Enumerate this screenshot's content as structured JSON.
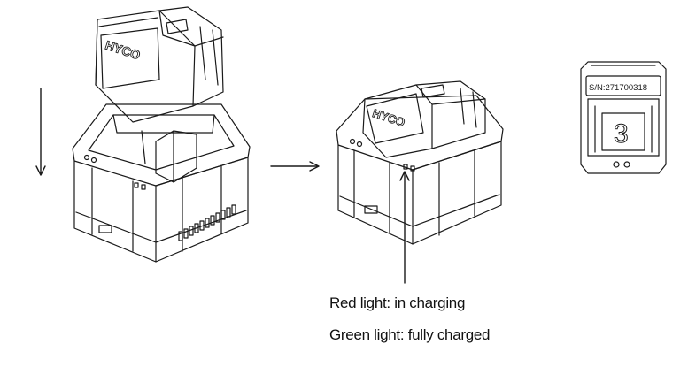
{
  "brand_label": "HYCO",
  "serial_label": "S/N:271700318",
  "slot_number": "3",
  "captions": {
    "red": "Red light: in charging",
    "green": "Green light: fully charged"
  },
  "colors": {
    "stroke": "#1a1a1a",
    "background": "#ffffff"
  }
}
